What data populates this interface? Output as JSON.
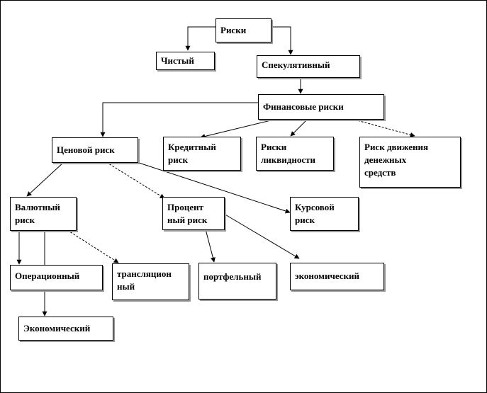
{
  "nodes": {
    "risks": "Риски",
    "pure": "Чистый",
    "speculative": "Спекулятивный",
    "financial": "Финансовые риски",
    "price": "Ценовой риск",
    "credit": "Кредитный\nриск",
    "liquidity": "Риски\nликвидности",
    "cashflow": "Риск движения\nденежных\nсредств",
    "currency": "Валютный\nриск",
    "interest": "Процент\nный риск",
    "exchange": "Курсовой\nриск",
    "operational": "Операционный",
    "translation": "трансляцион\nный",
    "portfolio": "портфельный",
    "economic_lower": "экономический",
    "economic_upper": "Экономический"
  }
}
